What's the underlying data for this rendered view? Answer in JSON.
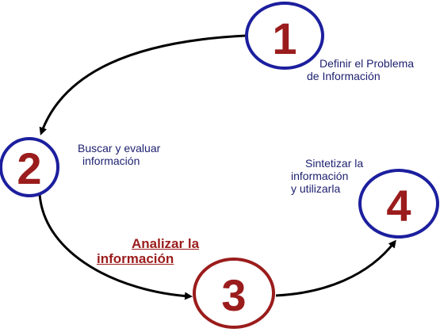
{
  "steps": [
    {
      "number": "1",
      "label_lines": [
        "Definir el Problema",
        "de Información"
      ]
    },
    {
      "number": "2",
      "label_lines": [
        "Buscar y evaluar",
        "información"
      ]
    },
    {
      "number": "3",
      "label_lines": [
        "Analizar la",
        "información"
      ]
    },
    {
      "number": "4",
      "label_lines": [
        "Sintetizar la",
        "información",
        "y  utilizarla"
      ]
    }
  ],
  "colors": {
    "circle_stroke": "#1c1f9e",
    "circle_stroke_highlight": "#9b1c1c",
    "number_fill": "#9b1c1c",
    "label_text": "#1c1f6e",
    "highlight_text": "#9b1c1c",
    "arrow": "#000000"
  }
}
